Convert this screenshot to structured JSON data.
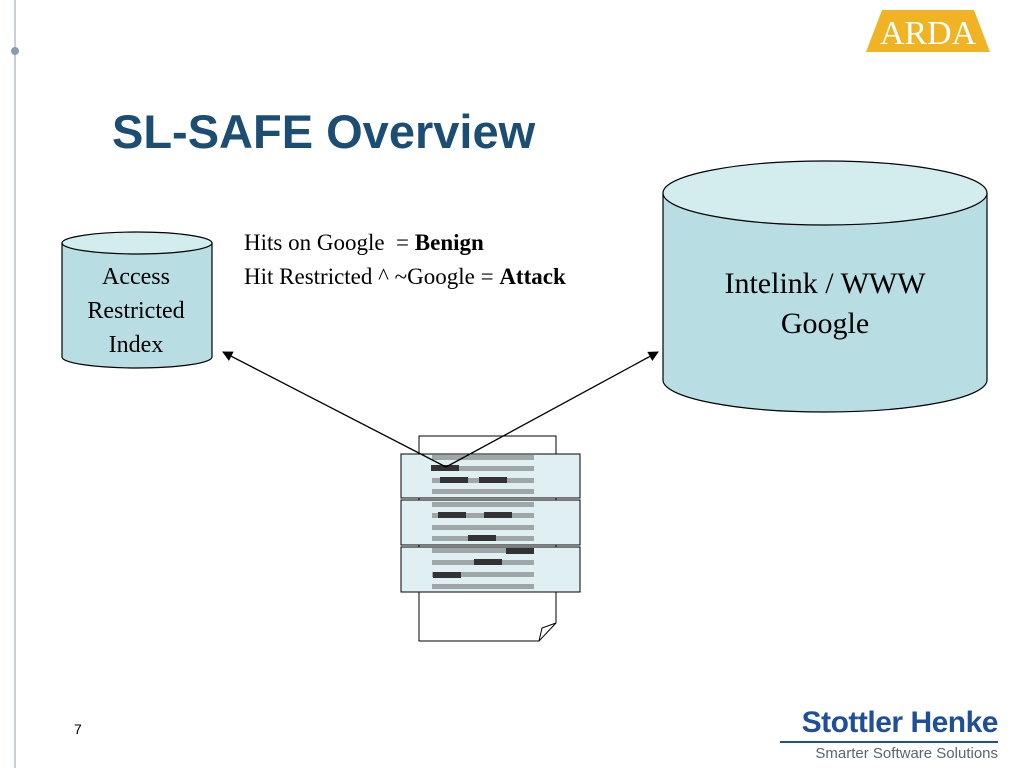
{
  "slide": {
    "title": "SL-SAFE Overview",
    "page_number": "7"
  },
  "logo": {
    "text": "ARDA"
  },
  "legend": {
    "line1_prefix": "Hits on Google  = ",
    "line1_bold": "Benign",
    "line2_prefix": "Hit Restricted ^ ~Google = ",
    "line2_bold": "Attack"
  },
  "databases": {
    "restricted": {
      "lines": [
        "Access",
        "Restricted",
        "Index"
      ]
    },
    "public": {
      "lines": [
        "Intelink / WWW",
        "Google"
      ]
    }
  },
  "footer": {
    "brand_name": "Stottler Henke",
    "brand_tagline": "Smarter Software Solutions"
  },
  "colors": {
    "title": "#1c4e73",
    "cylinder_fill": "#b8dde2",
    "cylinder_top": "#d3ecee",
    "logo_gold": "#f0b323",
    "brand_blue": "#1f4f98",
    "chunk_fill": "#dfeff2"
  }
}
